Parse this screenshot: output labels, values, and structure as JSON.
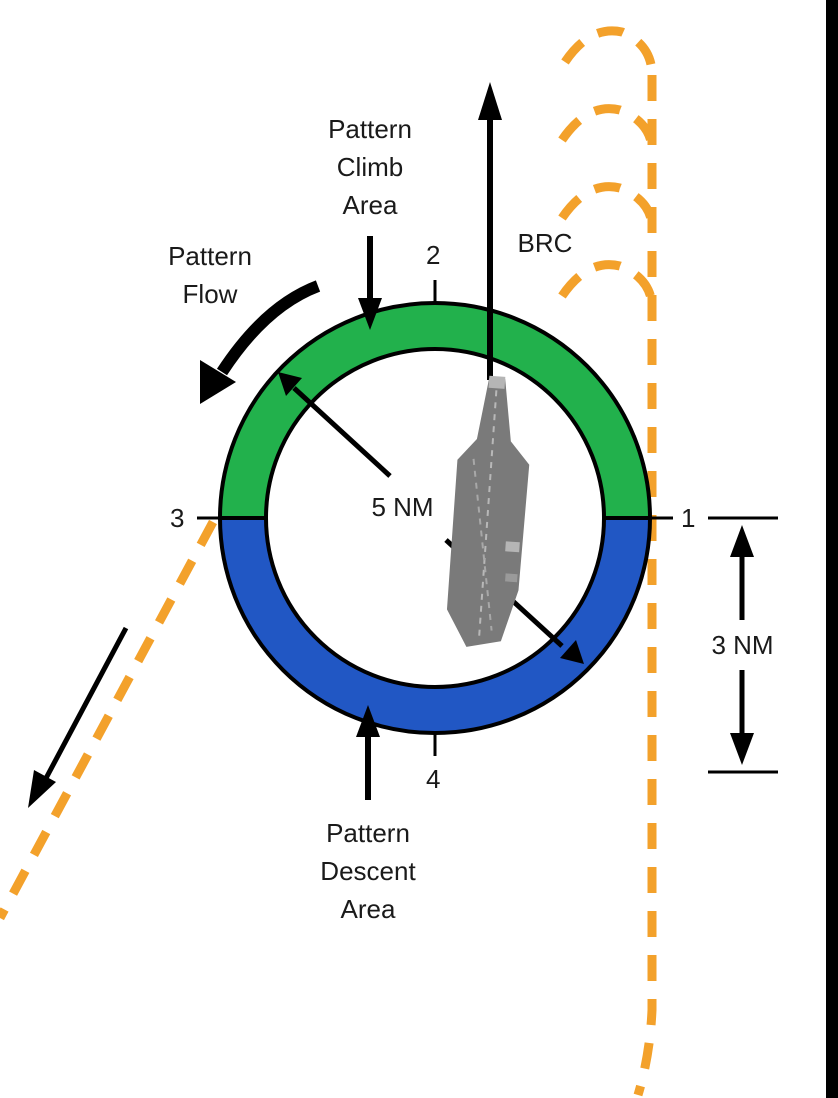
{
  "labels": {
    "pattern_climb": [
      "Pattern",
      "Climb",
      "Area"
    ],
    "pattern_flow": [
      "Pattern",
      "Flow"
    ],
    "pattern_descent": [
      "Pattern",
      "Descent",
      "Area"
    ],
    "brc": "BRC",
    "radius": "5 NM",
    "offset": "3 NM"
  },
  "points": {
    "p1": "1",
    "p2": "2",
    "p3": "3",
    "p4": "4"
  },
  "colors": {
    "climb_ring": "#22b14c",
    "descent_ring": "#2157c4",
    "pattern_path": "#f3a12b",
    "ship": "#7a7a7a",
    "ink": "#000000"
  }
}
